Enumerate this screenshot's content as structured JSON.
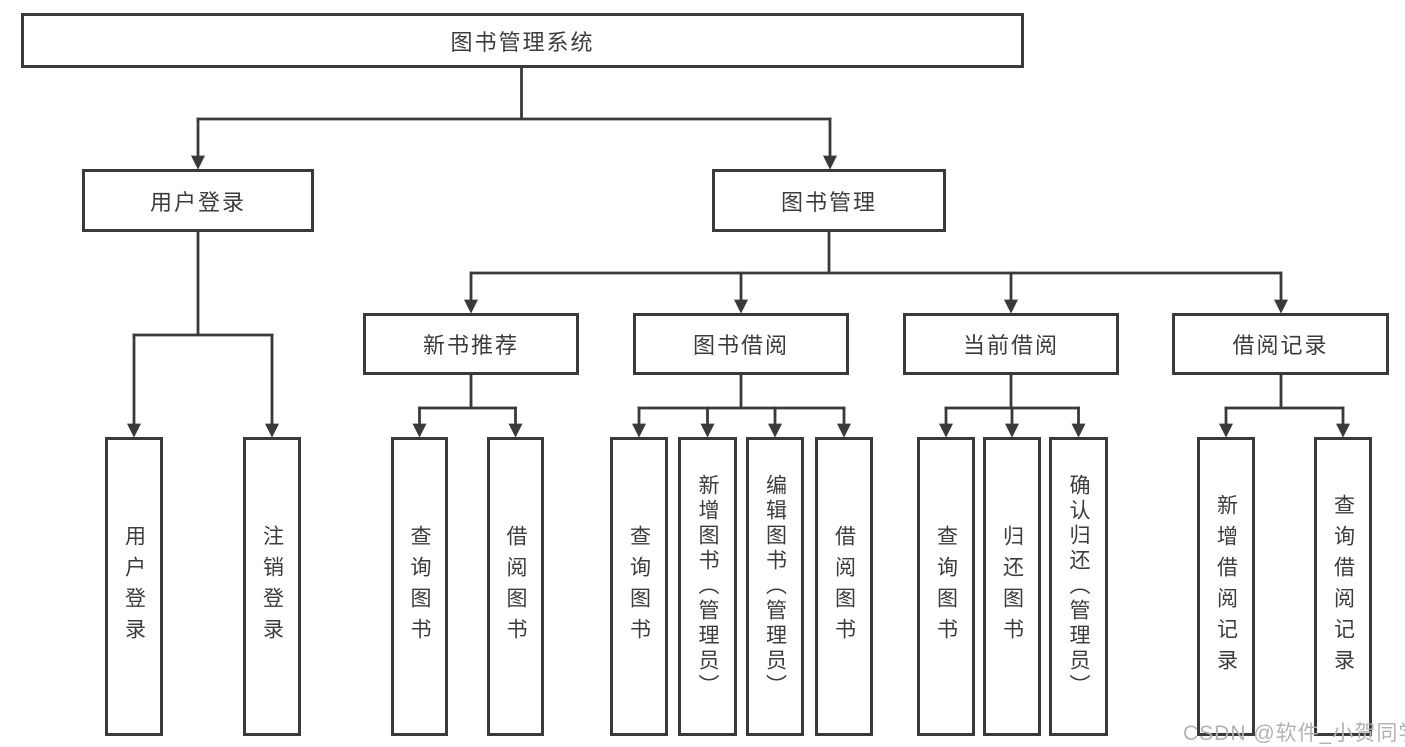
{
  "diagram": {
    "type": "hierarchy-tree",
    "nodes": {
      "root": {
        "label": "图书管理系统"
      },
      "level2": [
        {
          "label": "用户登录"
        },
        {
          "label": "图书管理"
        }
      ],
      "level3": [
        {
          "label": "新书推荐"
        },
        {
          "label": "图书借阅"
        },
        {
          "label": "当前借阅"
        },
        {
          "label": "借阅记录"
        }
      ],
      "leaves_user_login": [
        {
          "label": "用户登录"
        },
        {
          "label": "注销登录"
        }
      ],
      "leaves_new_book": [
        {
          "label": "查询图书"
        },
        {
          "label": "借阅图书"
        }
      ],
      "leaves_book_borrow": [
        {
          "label": "查询图书"
        },
        {
          "label": "新增图书（管理员）"
        },
        {
          "label": "编辑图书（管理员）"
        },
        {
          "label": "借阅图书"
        }
      ],
      "leaves_current_borrow": [
        {
          "label": "查询图书"
        },
        {
          "label": "归还图书"
        },
        {
          "label": "确认归还（管理员）"
        }
      ],
      "leaves_borrow_records": [
        {
          "label": "新增借阅记录"
        },
        {
          "label": "查询借阅记录"
        }
      ]
    }
  },
  "watermark": {
    "text": "CSDN @软件_小贺同学",
    "color": "#b3b3b3"
  },
  "colors": {
    "line": "#3a3a3a",
    "box_border": "#3a3a3a",
    "box_fill": "#ffffff",
    "text": "#3c3c3c",
    "background": "#ffffff"
  }
}
